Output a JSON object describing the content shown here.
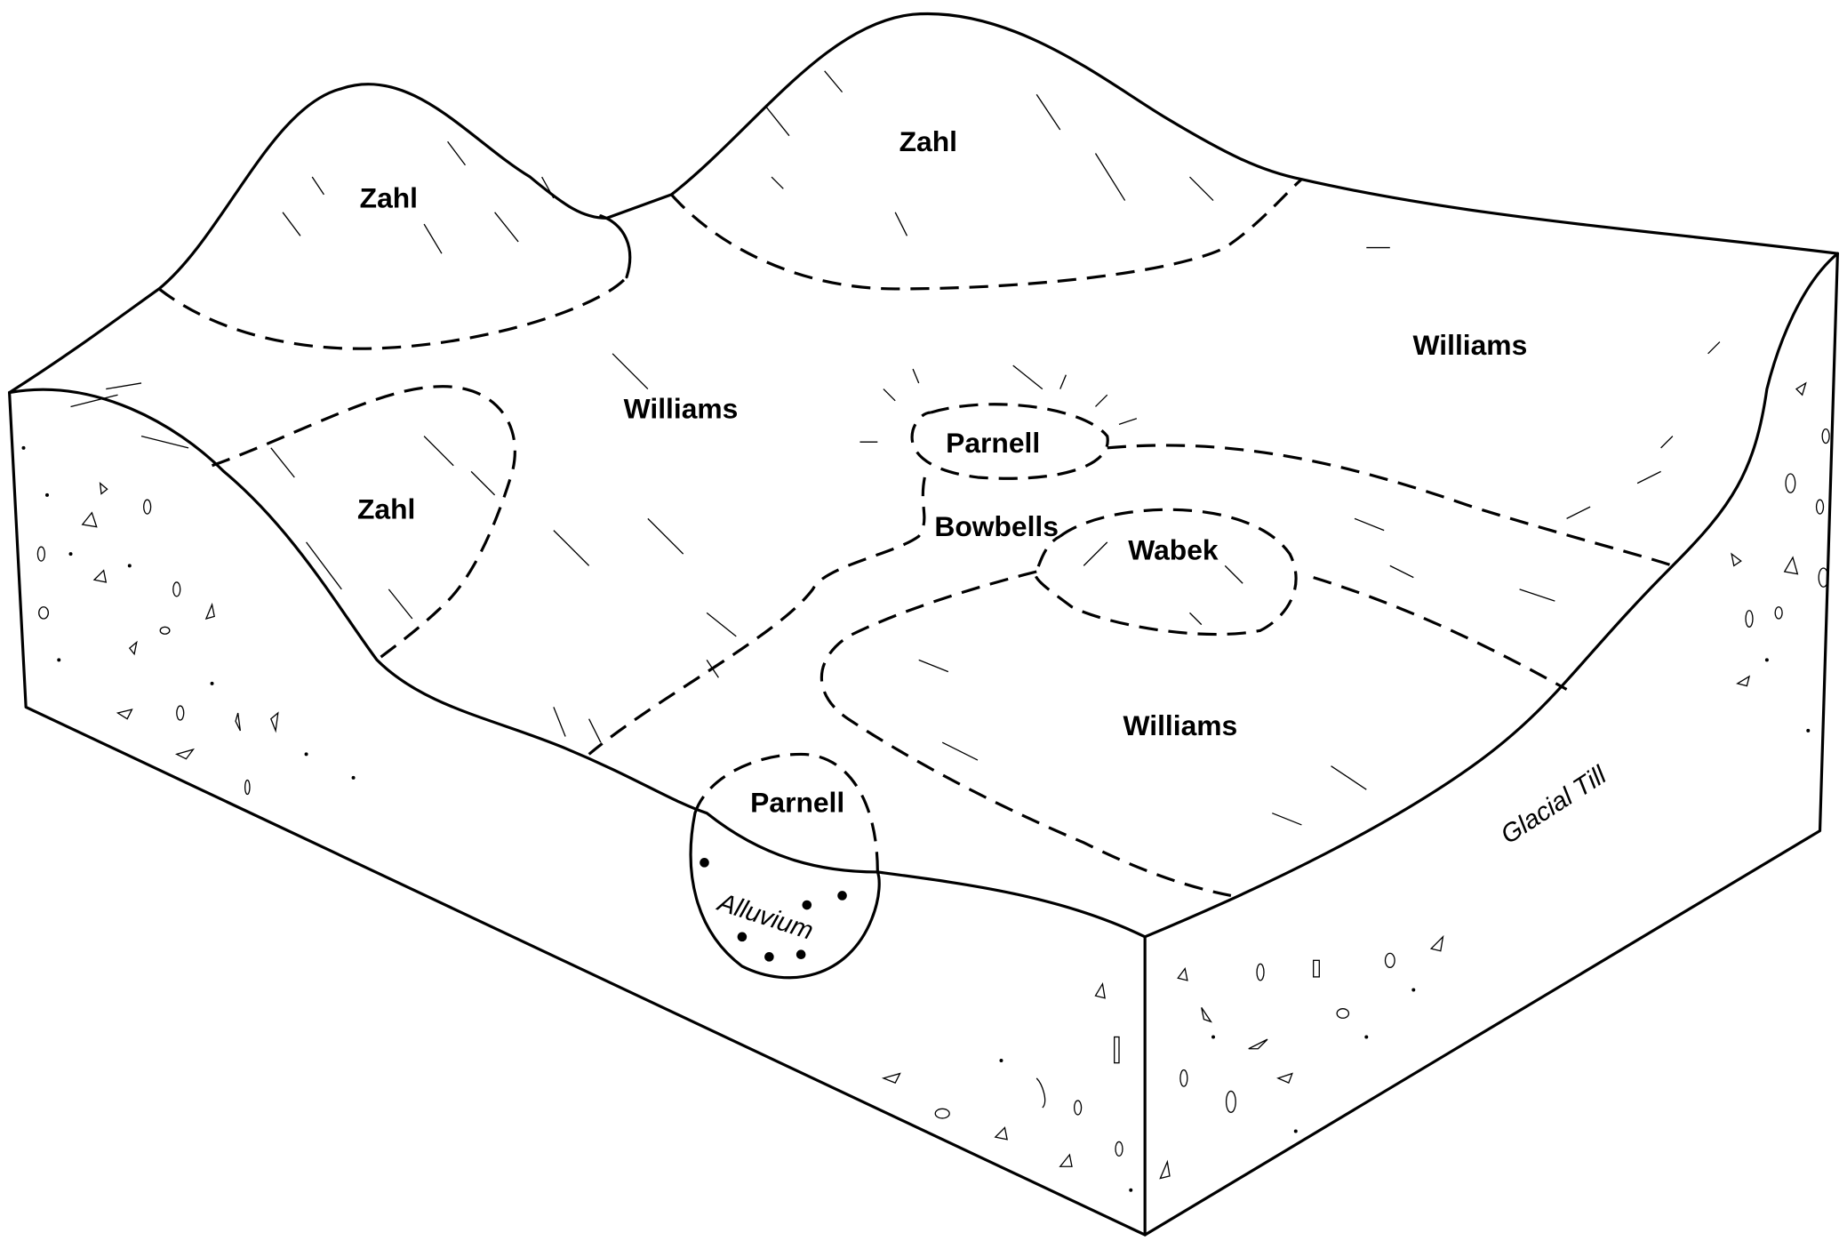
{
  "diagram": {
    "soil_labels": {
      "zahl_back_left": "Zahl",
      "zahl_back_center": "Zahl",
      "zahl_front_left": "Zahl",
      "williams_right": "Williams",
      "williams_center": "Williams",
      "williams_front": "Williams",
      "parnell_center": "Parnell",
      "parnell_front": "Parnell",
      "bowbells": "Bowbells",
      "wabek": "Wabek"
    },
    "material_labels": {
      "alluvium": "Alluvium",
      "glacial_till": "Glacial Till"
    }
  }
}
